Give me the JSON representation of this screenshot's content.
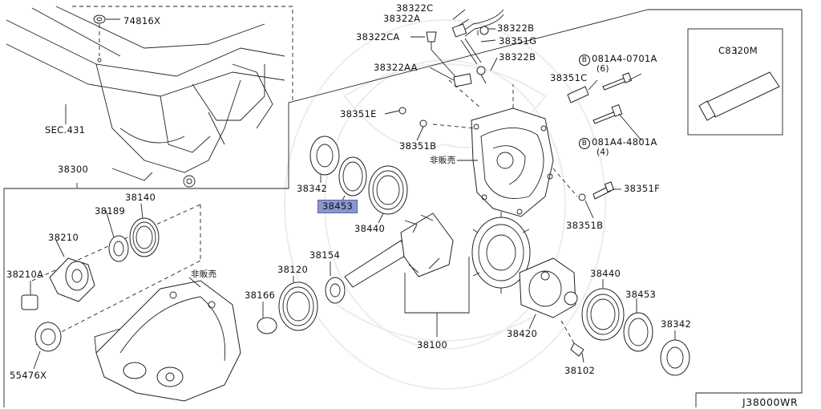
{
  "diagram": {
    "drawing_code": "J38000WR",
    "not_for_sale": "非販売",
    "labels": {
      "p74816x": "74816X",
      "sec431": "SEC.431",
      "p38300": "38300",
      "p38322c": "38322C",
      "p38322a": "38322A",
      "p38322b_top": "38322B",
      "p38322ca": "38322CA",
      "p38351g": "38351G",
      "p38322b_mid": "38322B",
      "p38322aa": "38322AA",
      "p081a4_0701a": "081A4-0701A",
      "p081a4_0701a_qty": "(6)",
      "p38351c": "38351C",
      "p38351e": "38351E",
      "p081a4_4801a": "081A4-4801A",
      "p081a4_4801a_qty": "(4)",
      "p38351b_top": "38351B",
      "p38351f": "38351F",
      "p38351b_right": "38351B",
      "p38342_top": "38342",
      "p38453_sel": "38453",
      "p38440_top": "38440",
      "pc8320m": "C8320M",
      "p38140": "38140",
      "p38189": "38189",
      "p38210": "38210",
      "p38210a": "38210A",
      "p55476x": "55476X",
      "p38154": "38154",
      "p38120": "38120",
      "p38166": "38166",
      "p38100": "38100",
      "p38420": "38420",
      "p38440_bot": "38440",
      "p38453_bot": "38453",
      "p38342_bot": "38342",
      "p38102": "38102"
    },
    "bolt_marker": "B"
  }
}
